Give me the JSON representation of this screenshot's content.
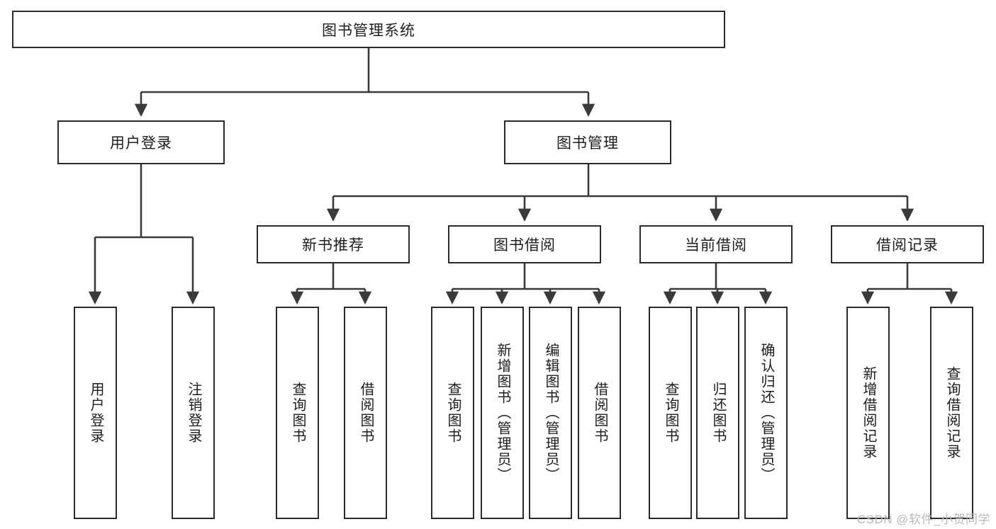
{
  "diagram": {
    "type": "tree-hierarchy-chart",
    "title": "图书管理系统",
    "watermark": "CSDN @软件_小贺同学",
    "colors": {
      "box_border": "#2b2b2b",
      "box_fill": "#ffffff",
      "connector": "#3a3a3a",
      "text": "#1d1d1d",
      "watermark": "#b9b9b9"
    },
    "nodes": {
      "root": {
        "label": "图书管理系统",
        "orientation": "horizontal"
      },
      "level2": [
        {
          "label": "用户登录",
          "orientation": "horizontal"
        },
        {
          "label": "图书管理",
          "orientation": "horizontal"
        }
      ],
      "level3": [
        {
          "label": "新书推荐",
          "orientation": "horizontal"
        },
        {
          "label": "图书借阅",
          "orientation": "horizontal"
        },
        {
          "label": "当前借阅",
          "orientation": "horizontal"
        },
        {
          "label": "借阅记录",
          "orientation": "horizontal"
        }
      ],
      "leaves": {
        "user_login": [
          {
            "label": "用户登录",
            "orientation": "vertical"
          },
          {
            "label": "注销登录",
            "orientation": "vertical"
          }
        ],
        "new_book_recommend": [
          {
            "label": "查询图书",
            "orientation": "vertical"
          },
          {
            "label": "借阅图书",
            "orientation": "vertical"
          }
        ],
        "book_borrow": [
          {
            "label": "查询图书",
            "orientation": "vertical"
          },
          {
            "label": "新增图书（管理员）",
            "orientation": "vertical"
          },
          {
            "label": "编辑图书（管理员）",
            "orientation": "vertical"
          },
          {
            "label": "借阅图书",
            "orientation": "vertical"
          }
        ],
        "current_borrow": [
          {
            "label": "查询图书",
            "orientation": "vertical"
          },
          {
            "label": "归还图书",
            "orientation": "vertical"
          },
          {
            "label": "确认归还（管理员）",
            "orientation": "vertical"
          }
        ],
        "borrow_record": [
          {
            "label": "新增借阅记录",
            "orientation": "vertical"
          },
          {
            "label": "查询借阅记录",
            "orientation": "vertical"
          }
        ]
      }
    }
  }
}
